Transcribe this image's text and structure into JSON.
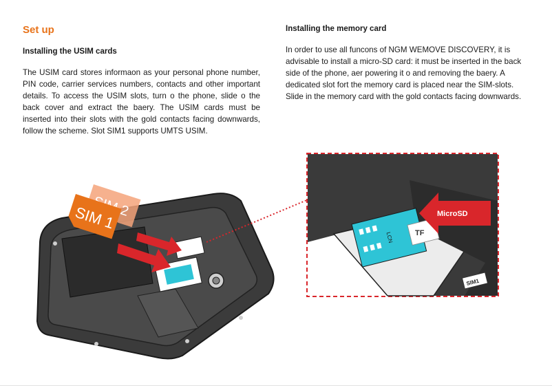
{
  "left": {
    "title": "Set up",
    "subtitle": "Installing the USIM cards",
    "body": "The USIM card stores informaon as your personal phone number, PIN code, carrier services numbers, contacts and other important details. To access the USIM slots, turn o the phone, slide o the back cover and extract the baery.  The USIM cards must be inserted into their slots with the gold contacts facing downwards, follow the scheme. Slot SIM1 supports UMTS USIM."
  },
  "right": {
    "subtitle": "Installing the memory card",
    "body": "In order to use all funcons of NGM WEMOVE DISCOVERY, it is advisable to install a micro-SD card: it must be inserted in the back side of the phone, aer powering it o and removing the baery. A dedicated slot fort the memory card is placed near the SIM-slots. Slide in the memory card with the gold contacts facing downwards."
  },
  "figure": {
    "sim1_label": "SIM 1",
    "sim2_label": "SIM 2",
    "microsd_label": "MicroSD",
    "card_print_tf": "TF",
    "card_print_lcn": "LCN",
    "slot_print_sim1": "SIM1",
    "colors": {
      "accent_orange": "#e8731a",
      "arrow_red": "#d9262b",
      "dashed_red": "#d9262b",
      "contact_cyan": "#2ec4d6"
    }
  }
}
